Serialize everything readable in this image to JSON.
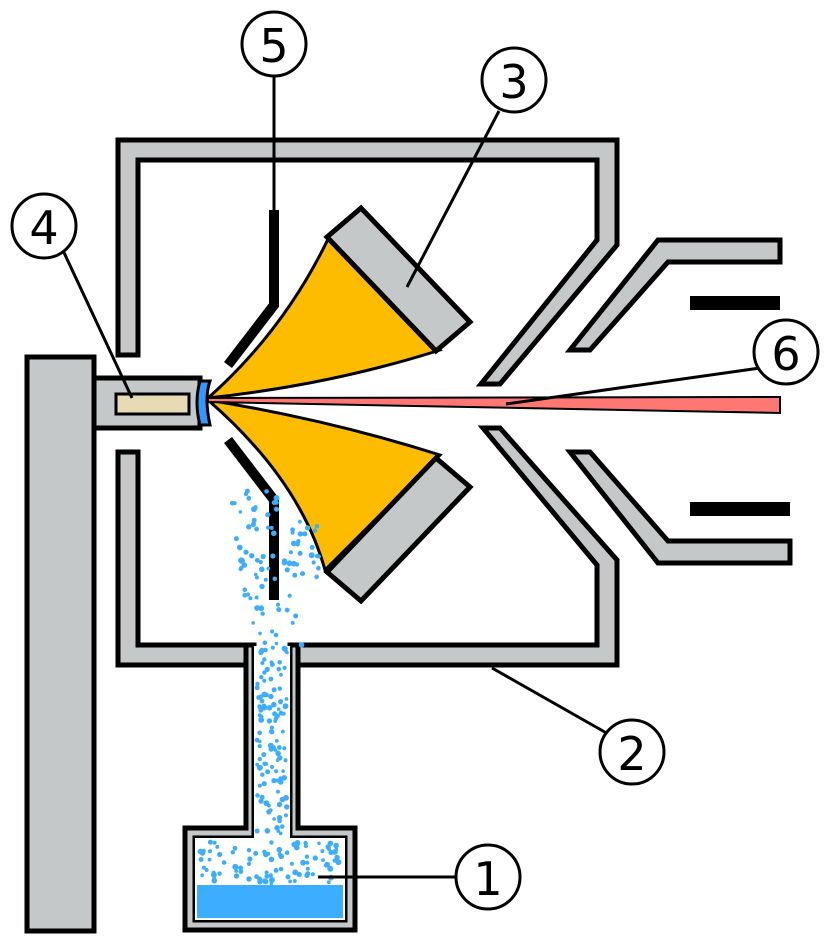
{
  "callouts": [
    {
      "label": "1",
      "name": "callout-1"
    },
    {
      "label": "2",
      "name": "callout-2"
    },
    {
      "label": "3",
      "name": "callout-3"
    },
    {
      "label": "4",
      "name": "callout-4"
    },
    {
      "label": "5",
      "name": "callout-5"
    },
    {
      "label": "6",
      "name": "callout-6"
    }
  ],
  "colors": {
    "wall": "#c4c8c9",
    "beam": "#ff7772",
    "cone": "#fdbc00",
    "liquid": "#3daeff",
    "sample": "#e6dbb5",
    "tip": "#3399ff",
    "droplet": "#3daeff"
  }
}
